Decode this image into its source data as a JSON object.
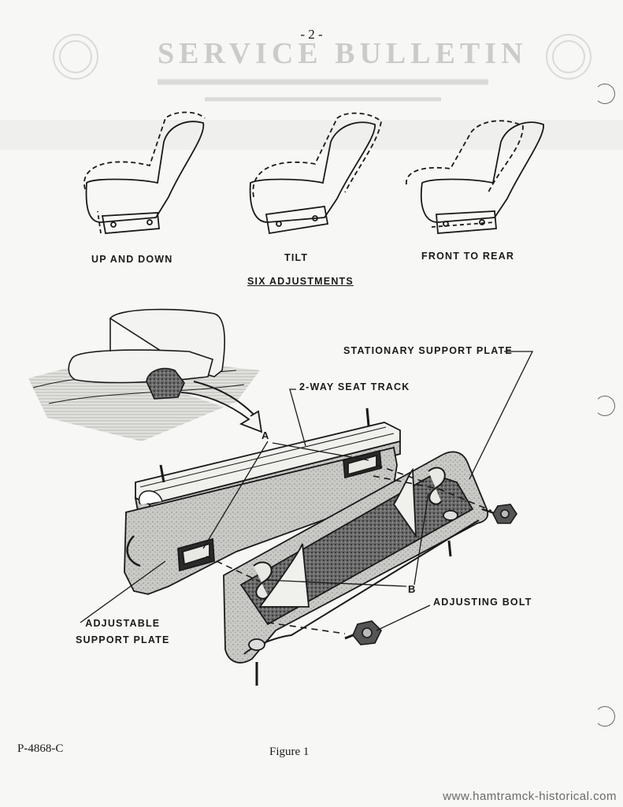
{
  "page": {
    "number": "- 2 -",
    "footer_code": "P-4868-C",
    "figure_caption": "Figure 1",
    "watermark": "www.hamtramck-historical.com"
  },
  "header_ghost": {
    "title": "SERVICE BULLETIN"
  },
  "seat_views": [
    {
      "label": "UP AND DOWN"
    },
    {
      "label": "TILT"
    },
    {
      "label": "FRONT TO REAR"
    }
  ],
  "six_adjustments_label": "SIX ADJUSTMENTS",
  "callouts": {
    "stationary_plate": "STATIONARY SUPPORT PLATE",
    "seat_track": "2-WAY SEAT TRACK",
    "point_a": "A",
    "point_b": "B",
    "adjusting_bolt": "ADJUSTING BOLT",
    "adjustable_plate_line1": "ADJUSTABLE",
    "adjustable_plate_line2": "SUPPORT PLATE"
  },
  "colors": {
    "ink": "#1a1a1a",
    "paper": "#f7f7f5",
    "stipple": "#4a4a4a"
  }
}
